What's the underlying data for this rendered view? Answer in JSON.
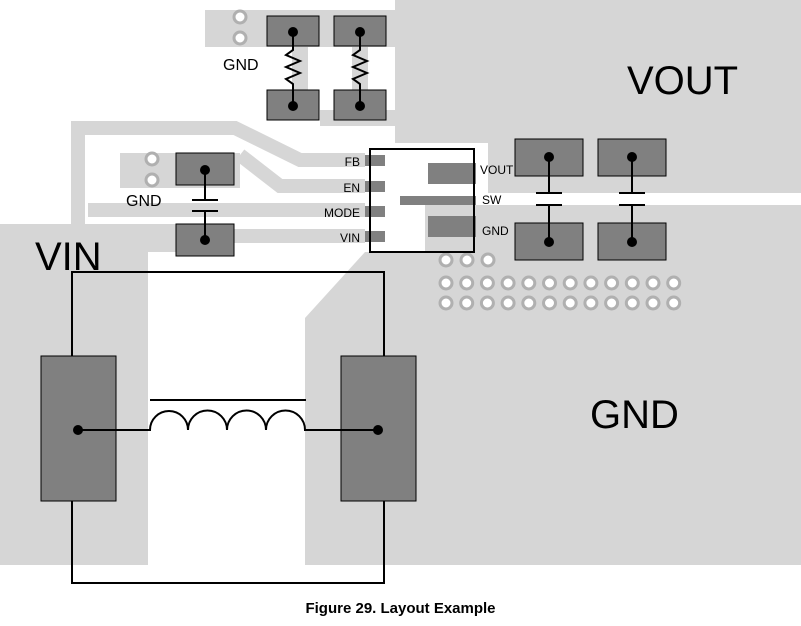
{
  "colors": {
    "copper": "#d6d6d6",
    "pad": "#808080",
    "line": "#000000",
    "background": "#ffffff"
  },
  "labels": {
    "vout_net": "VOUT",
    "gnd_net": "GND",
    "vin_net": "VIN",
    "gnd_resistor": "GND",
    "gnd_cap": "GND"
  },
  "ic_pins": {
    "fb": "FB",
    "en": "EN",
    "mode": "MODE",
    "vin": "VIN",
    "vout": "VOUT",
    "sw": "SW",
    "gnd": "GND"
  },
  "caption": "Figure 29.  Layout Example"
}
